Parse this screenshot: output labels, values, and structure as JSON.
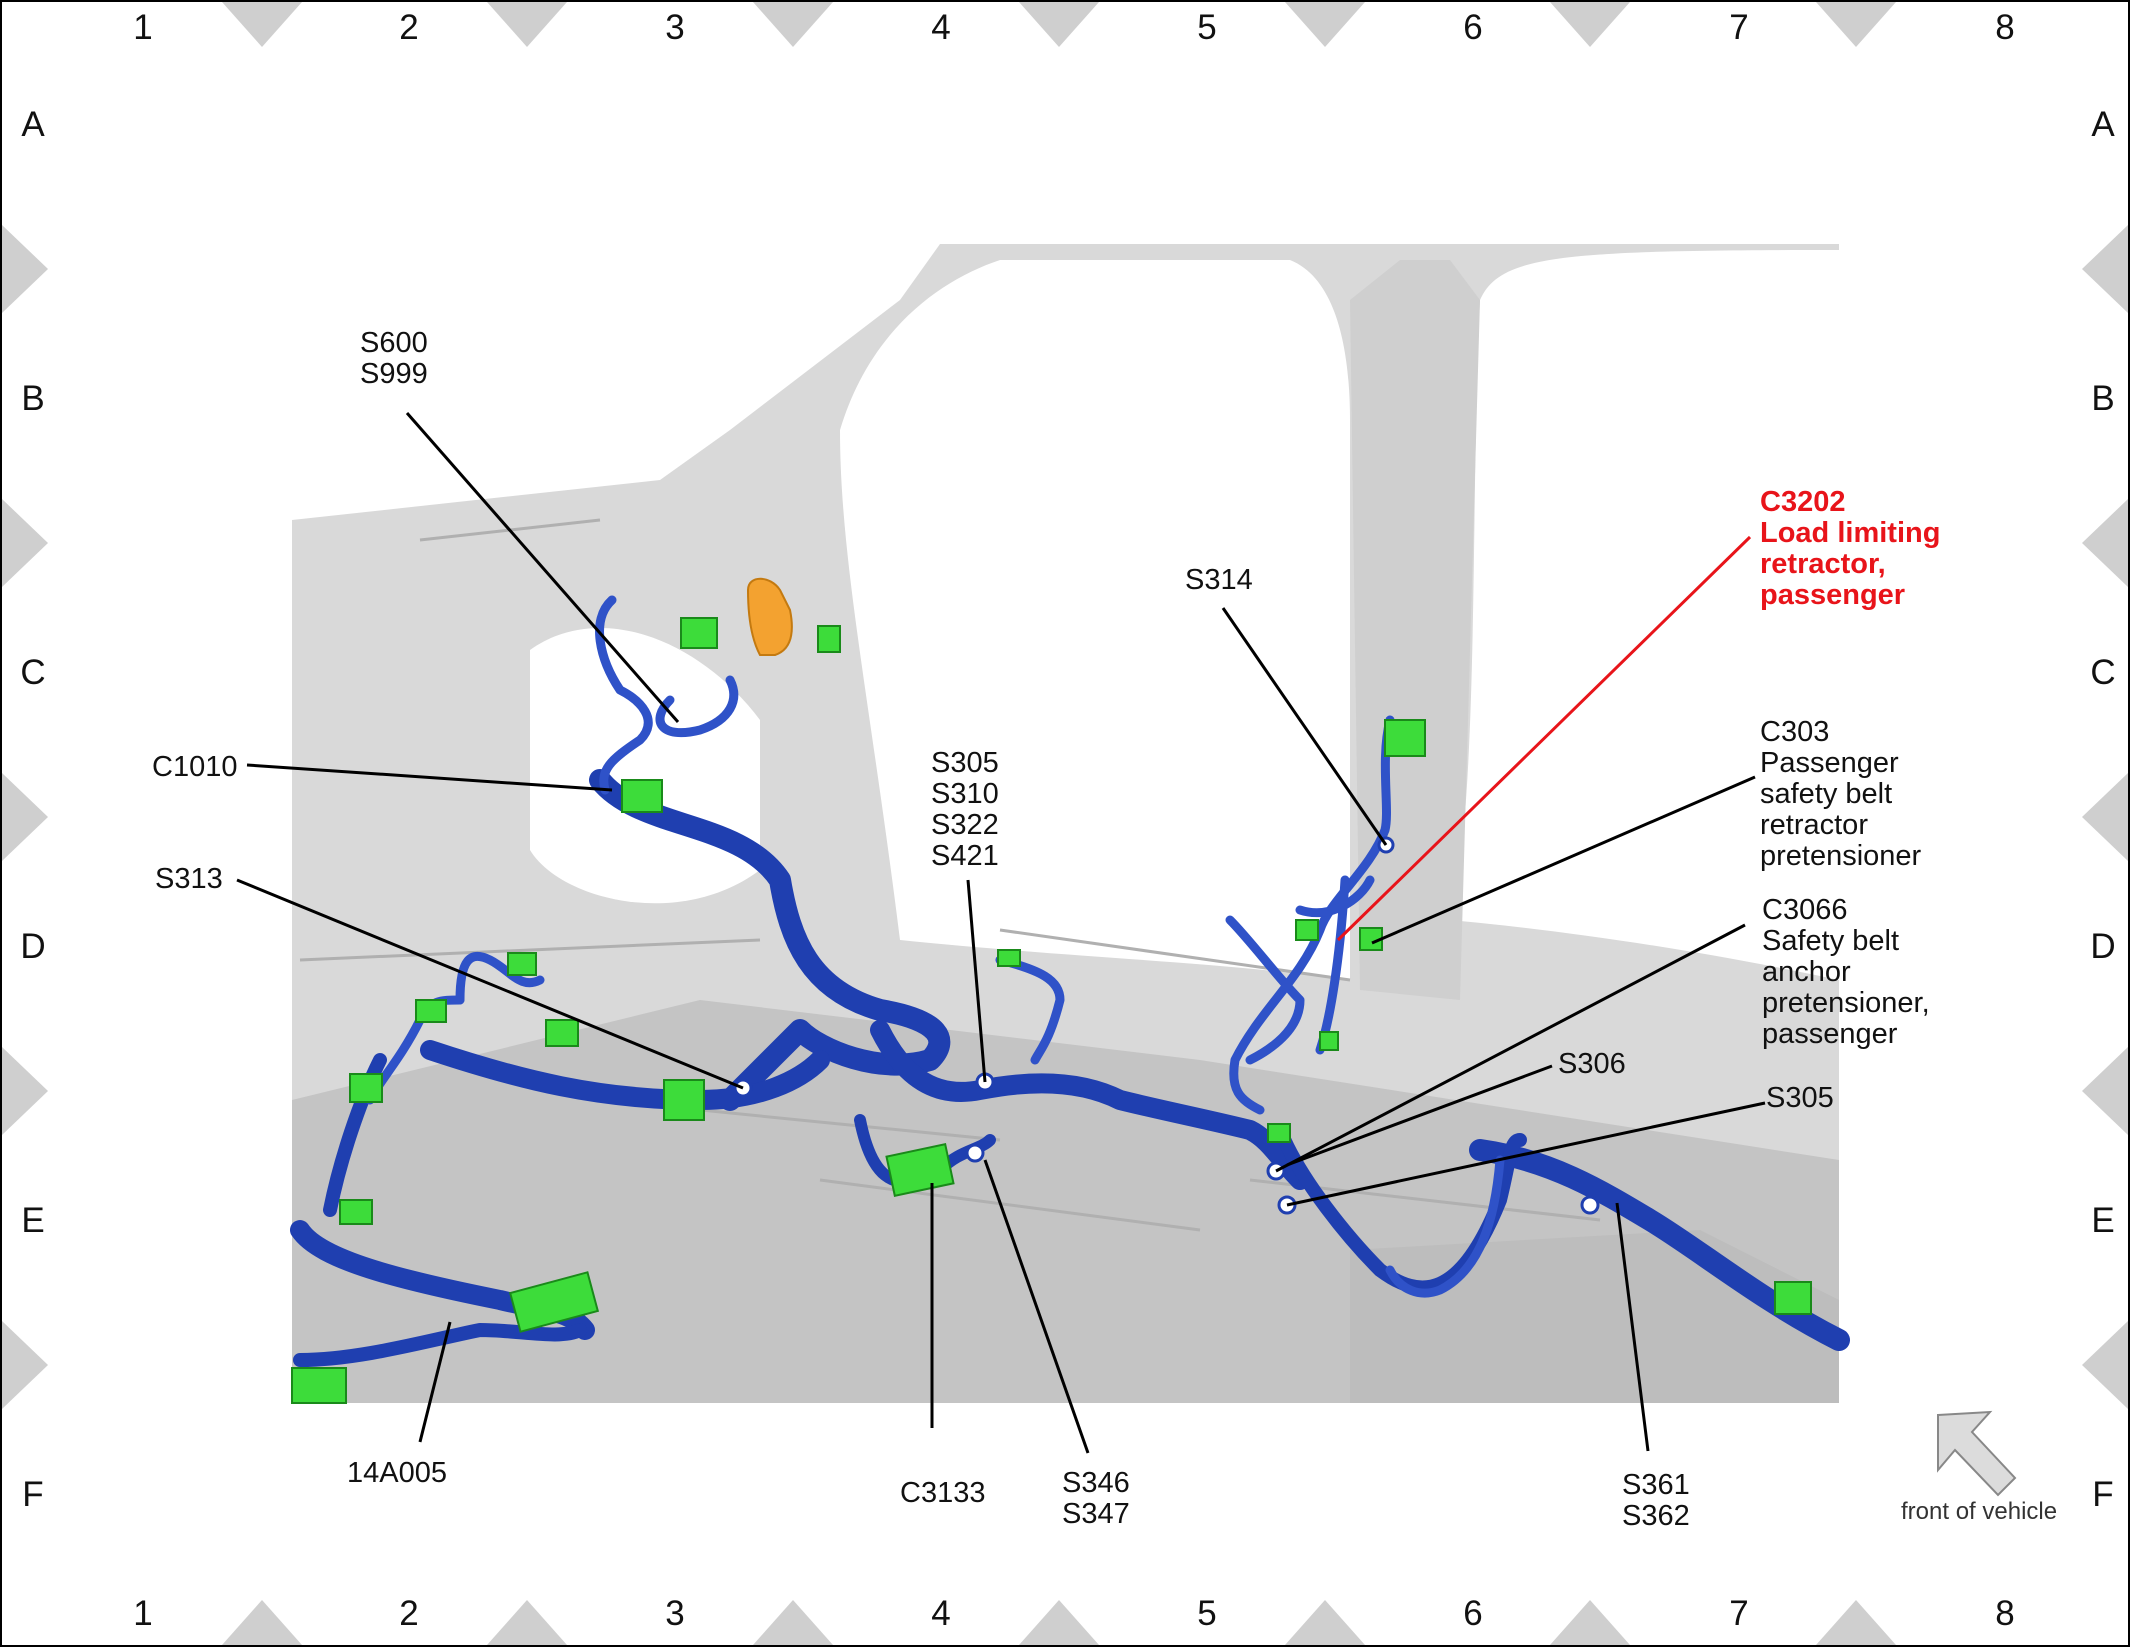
{
  "grid": {
    "columns": [
      "1",
      "2",
      "3",
      "4",
      "5",
      "6",
      "7",
      "8"
    ],
    "rows": [
      "A",
      "B",
      "C",
      "D",
      "E",
      "F"
    ]
  },
  "callouts": {
    "s600_s999": "S600\nS999",
    "c1010": "C1010",
    "s313": "S313",
    "s305_s310_s322_s421": "S305\nS310\nS322\nS421",
    "s314": "S314",
    "c3202": "C3202\nLoad limiting\nretractor,\npassenger",
    "c303": "C303\nPassenger\nsafety belt\nretractor\npretensioner",
    "c3066": "C3066\nSafety belt\nanchor\npretensioner,\npassenger",
    "s306": "S306",
    "s305": "S305",
    "a14a005": "14A005",
    "c3133": "C3133",
    "s346_s347": "S346\nS347",
    "s361_s362": "S361\nS362"
  },
  "front_of_vehicle": "front of vehicle",
  "colors": {
    "harness": "#1f3fb0",
    "harness_highlight": "#4d6fe0",
    "connector": "#3ddc3a",
    "orange_component": "#f3a230",
    "body_panel": "#d9d9d9",
    "highlight_callout": "#e8141a",
    "grid_marker": "#cfcfcf"
  }
}
